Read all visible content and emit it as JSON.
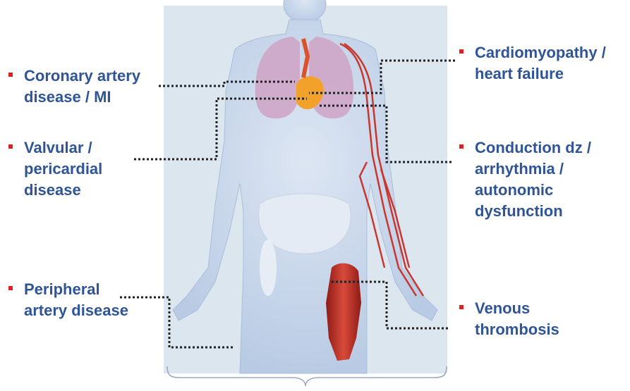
{
  "colors": {
    "label_text": "#2f5597",
    "bullet": "#e02020",
    "leader": "#222222",
    "panel": "#d9e4ee",
    "body": "#c4d3e8",
    "vessel": "#c8362e",
    "lung": "#cfa8c8",
    "heart": "#f0a020",
    "muscle": "#c8302a"
  },
  "labels": {
    "coronary": [
      "Coronary artery",
      "disease / MI"
    ],
    "valvular": [
      "Valvular /",
      "pericardial",
      "disease"
    ],
    "peripheral": [
      "Peripheral",
      "artery disease"
    ],
    "cardiomyopathy": [
      "Cardiomyopathy /",
      "heart failure"
    ],
    "conduction": [
      "Conduction dz /",
      "arrhythmia /",
      "autonomic",
      "dysfunction"
    ],
    "venous": [
      "Venous",
      "thrombosis"
    ]
  }
}
